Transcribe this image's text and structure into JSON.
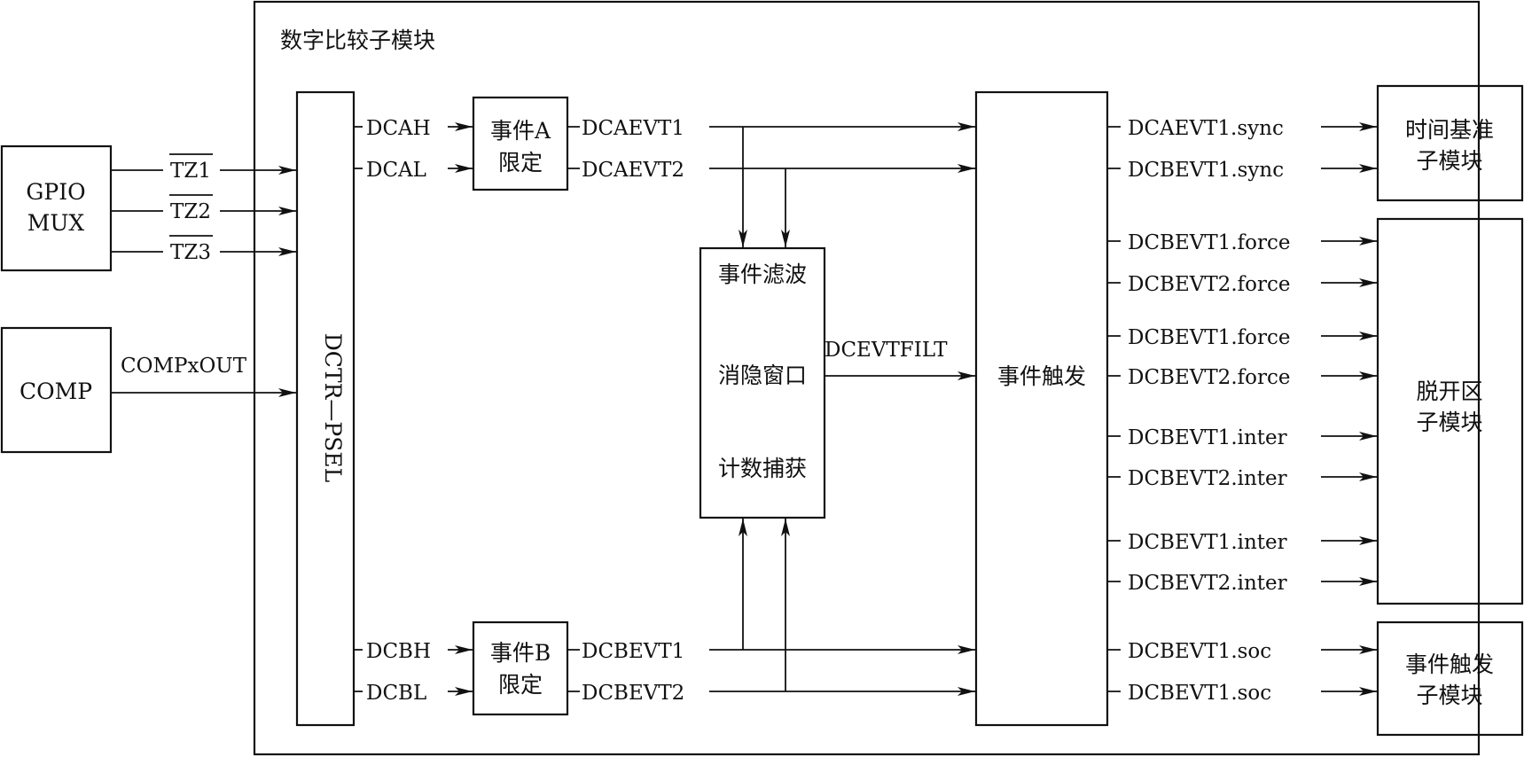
{
  "diagram": {
    "title": "数字比较子模块",
    "blocks": {
      "gpio_mux": [
        "GPIO",
        "MUX"
      ],
      "comp": "COMP",
      "dctr_psel": "DCTR—PSEL",
      "event_a_qual": [
        "事件A",
        "限定"
      ],
      "event_b_qual": [
        "事件B",
        "限定"
      ],
      "event_filter": [
        "事件滤波",
        "消隐窗口",
        "计数捕获"
      ],
      "event_trigger": "事件触发",
      "time_base": [
        "时间基准",
        "子模块"
      ],
      "trip_zone": [
        "脱开区",
        "子模块"
      ],
      "event_trigger_sub": [
        "事件触发",
        "子模块"
      ]
    },
    "signals": {
      "tz1": "TZ1",
      "tz2": "TZ2",
      "tz3": "TZ3",
      "compxout": "COMPxOUT",
      "dcah": "DCAH",
      "dcal": "DCAL",
      "dcbh": "DCBH",
      "dcbl": "DCBL",
      "dcaevt1": "DCAEVT1",
      "dcaevt2": "DCAEVT2",
      "dcbevt1": "DCBEVT1",
      "dcbevt2": "DCBEVT2",
      "dcevtfilt": "DCEVTFILT"
    },
    "outputs": [
      "DCAEVT1.sync",
      "DCBEVT1.sync",
      "DCBEVT1.force",
      "DCBEVT2.force",
      "DCBEVT1.force",
      "DCBEVT2.force",
      "DCBEVT1.inter",
      "DCBEVT2.inter",
      "DCBEVT1.inter",
      "DCBEVT2.inter",
      "DCBEVT1.soc",
      "DCBEVT1.soc"
    ]
  }
}
